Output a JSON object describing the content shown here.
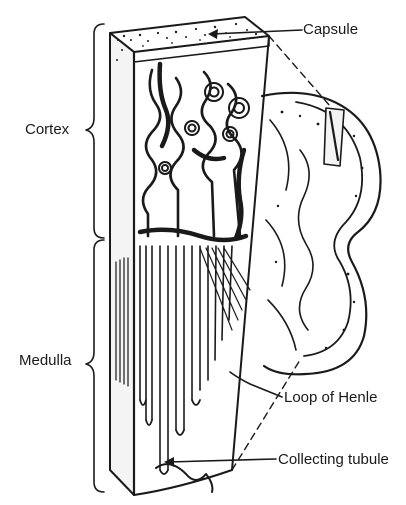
{
  "labels": {
    "capsule": "Capsule",
    "cortex": "Cortex",
    "medulla": "Medulla",
    "loop_of_henle": "Loop of Henle",
    "collecting_tubule": "Collecting tubule"
  },
  "colors": {
    "ink": "#1a1a1a",
    "background": "#ffffff"
  }
}
